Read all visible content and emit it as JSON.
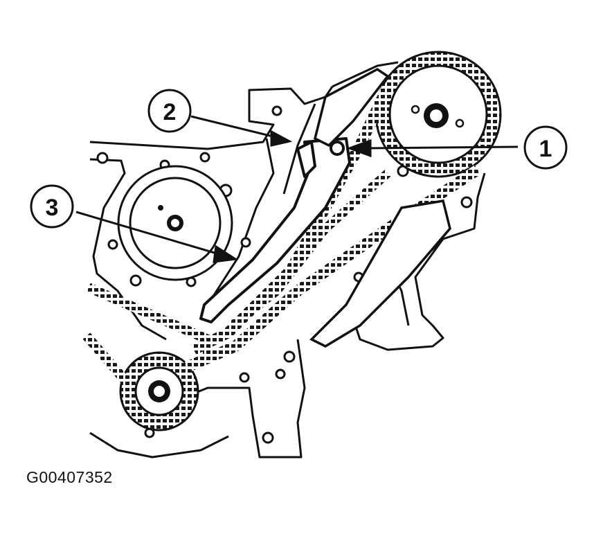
{
  "figure": {
    "code": "G00407352",
    "callouts": [
      {
        "id": "callout-1",
        "label": "1"
      },
      {
        "id": "callout-2",
        "label": "2"
      },
      {
        "id": "callout-3",
        "label": "3"
      }
    ]
  }
}
